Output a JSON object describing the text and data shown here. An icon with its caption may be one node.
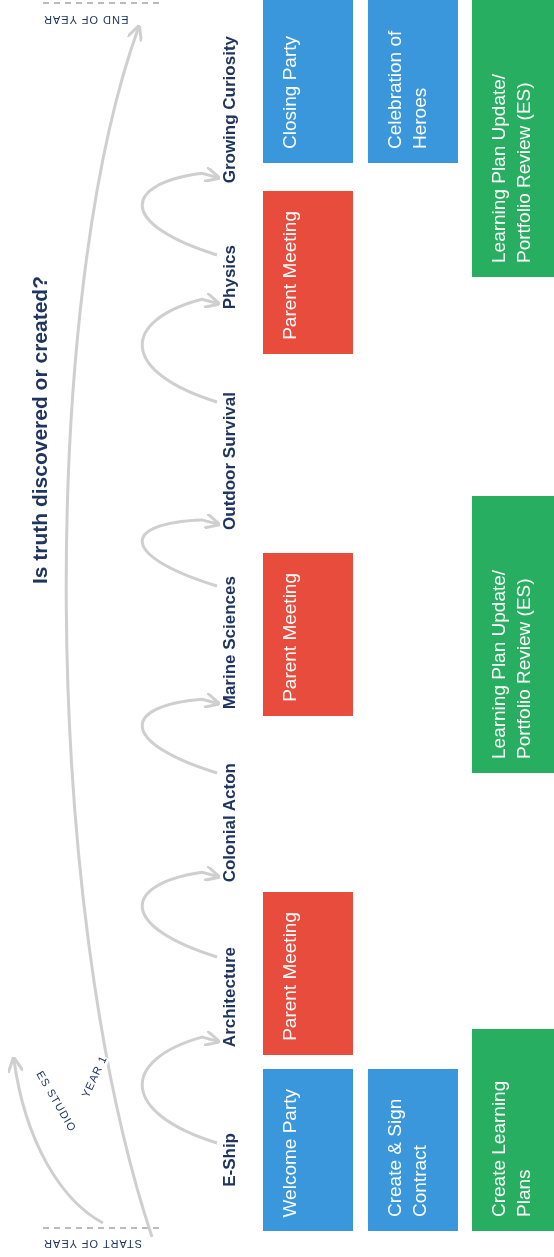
{
  "diagram": {
    "title": "Is truth discovered or created?",
    "nodes": [
      {
        "text": [
          "START OF YEAR"
        ]
      },
      {
        "text": [
          "END OF YEAR"
        ]
      },
      {
        "text": [
          "E-Ship"
        ]
      },
      {
        "text": [
          "Architecture"
        ]
      },
      {
        "text": [
          "Colonial Acton"
        ]
      },
      {
        "text": [
          "Marine Sciences"
        ]
      },
      {
        "text": [
          "Outdoor Survival"
        ]
      },
      {
        "text": [
          "Physics"
        ]
      },
      {
        "text": [
          "Growing Curiosity"
        ]
      },
      {
        "text": [
          "Welcome Party"
        ]
      },
      {
        "text": [
          "Parent Meeting"
        ]
      },
      {
        "text": [
          "Parent Meeting"
        ]
      },
      {
        "text": [
          "Parent Meeting"
        ]
      },
      {
        "text": [
          "Closing Party"
        ]
      },
      {
        "text": [
          "Create & Sign Contract"
        ]
      },
      {
        "text": [
          "Celebration of Heroes"
        ]
      },
      {
        "text": [
          "Create Learning Plans"
        ]
      },
      {
        "text": [
          "Learning Plan Update/ Portfolio Review (ES)"
        ]
      },
      {
        "text": [
          "Learning Plan Update/ Portfolio Review (ES)"
        ]
      }
    ],
    "edges": [
      {
        "from": 0,
        "to": 1,
        "arrow": "to",
        "label": "YEAR 1"
      },
      {
        "from": 0,
        "to": null,
        "arrow": "to",
        "label": "ES STUDIO"
      },
      {
        "from": 2,
        "to": 3,
        "arrow": "to"
      },
      {
        "from": 3,
        "to": 4,
        "arrow": "to"
      },
      {
        "from": 4,
        "to": 5,
        "arrow": "to"
      },
      {
        "from": 5,
        "to": 6,
        "arrow": "to"
      },
      {
        "from": 6,
        "to": 7,
        "arrow": "to"
      },
      {
        "from": 7,
        "to": 8,
        "arrow": "to"
      }
    ]
  }
}
